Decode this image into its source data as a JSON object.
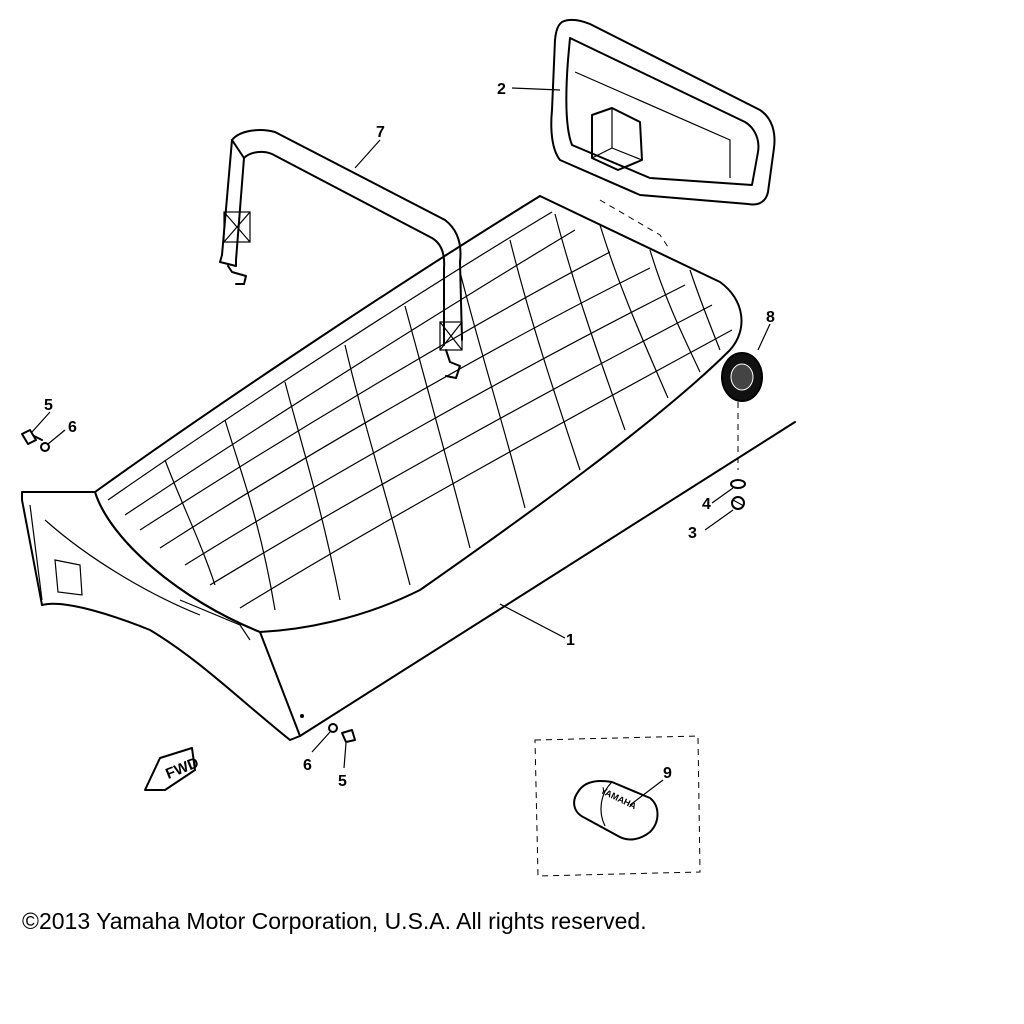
{
  "callouts": {
    "c1": "1",
    "c2": "2",
    "c3": "3",
    "c4": "4",
    "c5a": "5",
    "c5b": "5",
    "c6a": "6",
    "c6b": "6",
    "c7": "7",
    "c8": "8",
    "c9": "9"
  },
  "labels": {
    "fwd": "FWD",
    "emblem": "YAMAHA"
  },
  "copyright": "©2013 Yamaha Motor Corporation, U.S.A. All rights reserved."
}
